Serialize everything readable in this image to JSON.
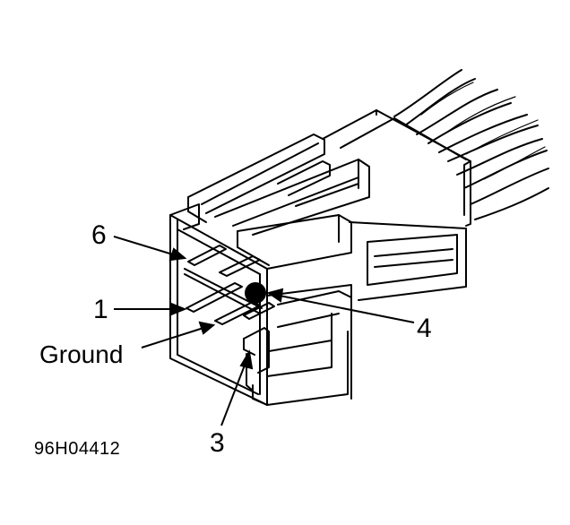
{
  "diagram": {
    "labels": {
      "pin_6": "6",
      "pin_1": "1",
      "ground": "Ground",
      "pin_4": "4",
      "pin_3": "3"
    },
    "reference_code": "96H04412"
  }
}
